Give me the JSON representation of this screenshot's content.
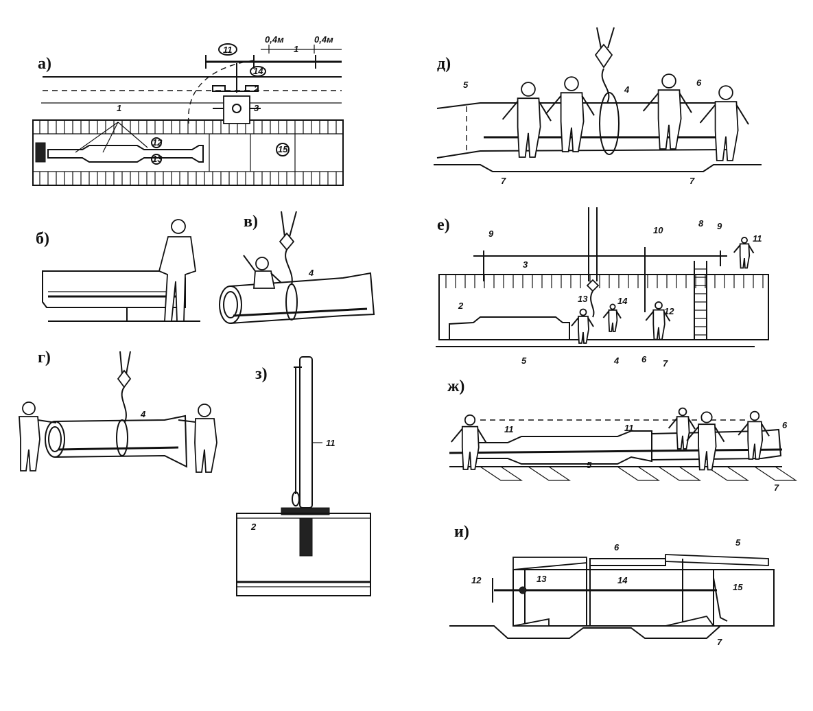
{
  "panels": {
    "a": {
      "label": "а)",
      "callouts": [
        "1",
        "1",
        "2",
        "3",
        "11",
        "12",
        "13",
        "14",
        "15"
      ],
      "dims": [
        "0,4м",
        "0,4м"
      ]
    },
    "b": {
      "label": "б)"
    },
    "v": {
      "label": "в)",
      "callouts": [
        "4"
      ]
    },
    "g": {
      "label": "г)",
      "callouts": [
        "4"
      ]
    },
    "d": {
      "label": "д)",
      "callouts": [
        "5",
        "4",
        "6",
        "7",
        "7"
      ]
    },
    "e": {
      "label": "е)",
      "callouts": [
        "9",
        "10",
        "8",
        "9",
        "11",
        "3",
        "2",
        "13",
        "14",
        "12",
        "5",
        "4",
        "6",
        "7"
      ]
    },
    "zh": {
      "label": "ж)",
      "callouts": [
        "11",
        "11",
        "6",
        "5",
        "7"
      ]
    },
    "z": {
      "label": "з)",
      "callouts": [
        "11",
        "2"
      ]
    },
    "i": {
      "label": "и)",
      "callouts": [
        "6",
        "5",
        "12",
        "13",
        "14",
        "15",
        "7"
      ]
    }
  }
}
